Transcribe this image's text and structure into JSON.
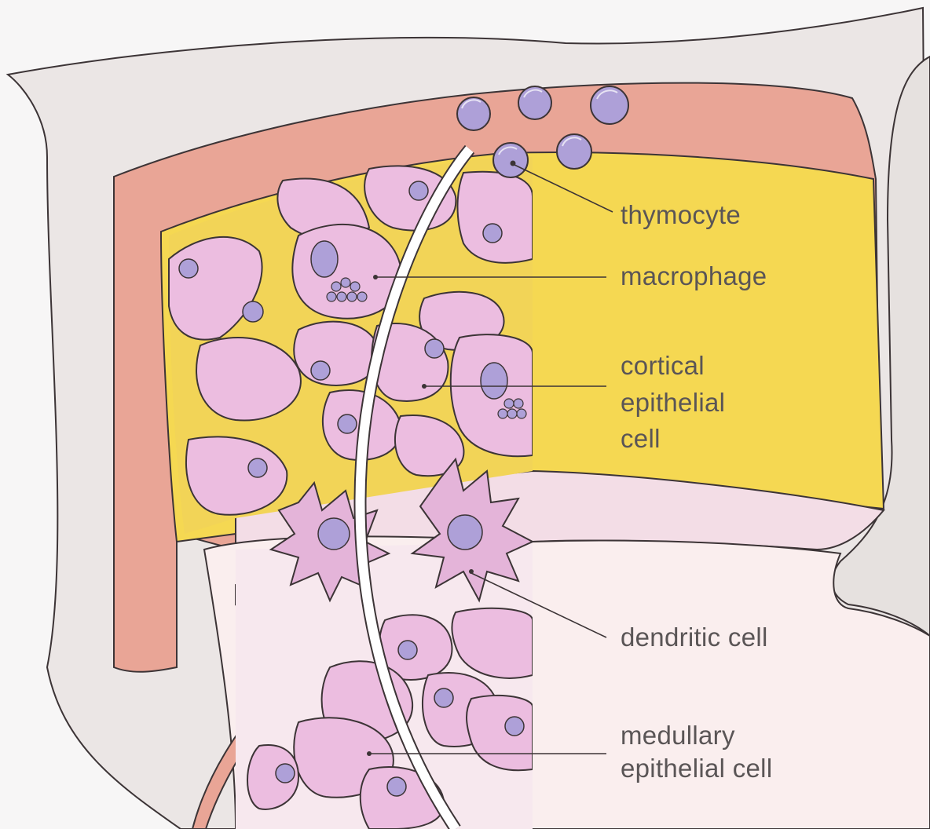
{
  "labels": {
    "thymocyte": "thymocyte",
    "macrophage": "macrophage",
    "cortical_epithelial_cell": [
      "cortical",
      "epithelial",
      "cell"
    ],
    "dendritic_cell": "dendritic cell",
    "medullary_epithelial_cell": [
      "medullary",
      "epithelial cell"
    ]
  },
  "colors": {
    "capsule": "#e9a596",
    "cortex": "#f5d852",
    "medulla_band": "#f3dde6",
    "medulla": "#faeeee",
    "epithelial_cell": "#ecbde0",
    "nucleus": "#aea0d8",
    "outline": "#3c3436",
    "background": "#ebe6e5",
    "vessel": "#ffffff"
  }
}
